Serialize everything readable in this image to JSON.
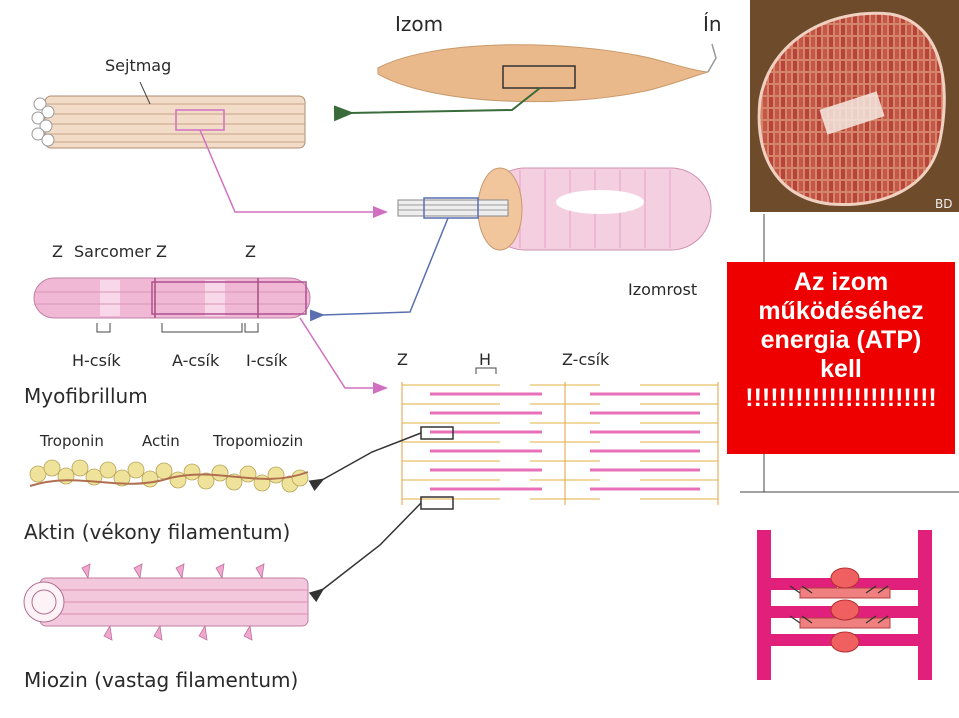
{
  "labels": {
    "izom": "Izom",
    "in": "Ín",
    "sejtmag": "Sejtmag",
    "z1": "Z",
    "sarcomer": "Sarcomer",
    "z2": "Z",
    "z3": "Z",
    "izomrost": "Izomrost",
    "h_csik": "H-csík",
    "a_csik": "A-csík",
    "i_csik": "I-csík",
    "myofibrillum": "Myofibrillum",
    "z_right": "Z",
    "h_right": "H",
    "z_csik": "Z-csík",
    "troponin": "Troponin",
    "actin": "Actin",
    "tropomiozin": "Tropomiozin",
    "aktin_title": "Aktin (vékony filamentum)",
    "miozin_title": "Miozin (vastag filamentum)",
    "photo_mark": "BD"
  },
  "callout": {
    "line1": "Az izom",
    "line2": "működéséhez",
    "line3": "energia (ATP)",
    "line4": "kell",
    "line5": "!!!!!!!!!!!!!!!!!!!!!!!"
  },
  "colors": {
    "muscle": "#e9b98c",
    "fiber_pink": "#e8a0c8",
    "myofibril": "#f0b8d4",
    "actin_bead": "#efe29a",
    "arrow_green": "#3a6b3a",
    "arrow_pink": "#d070c0",
    "arrow_blue": "#5a6fb0",
    "callout_red": "#ee0000",
    "schema_magenta": "#e0207a"
  }
}
